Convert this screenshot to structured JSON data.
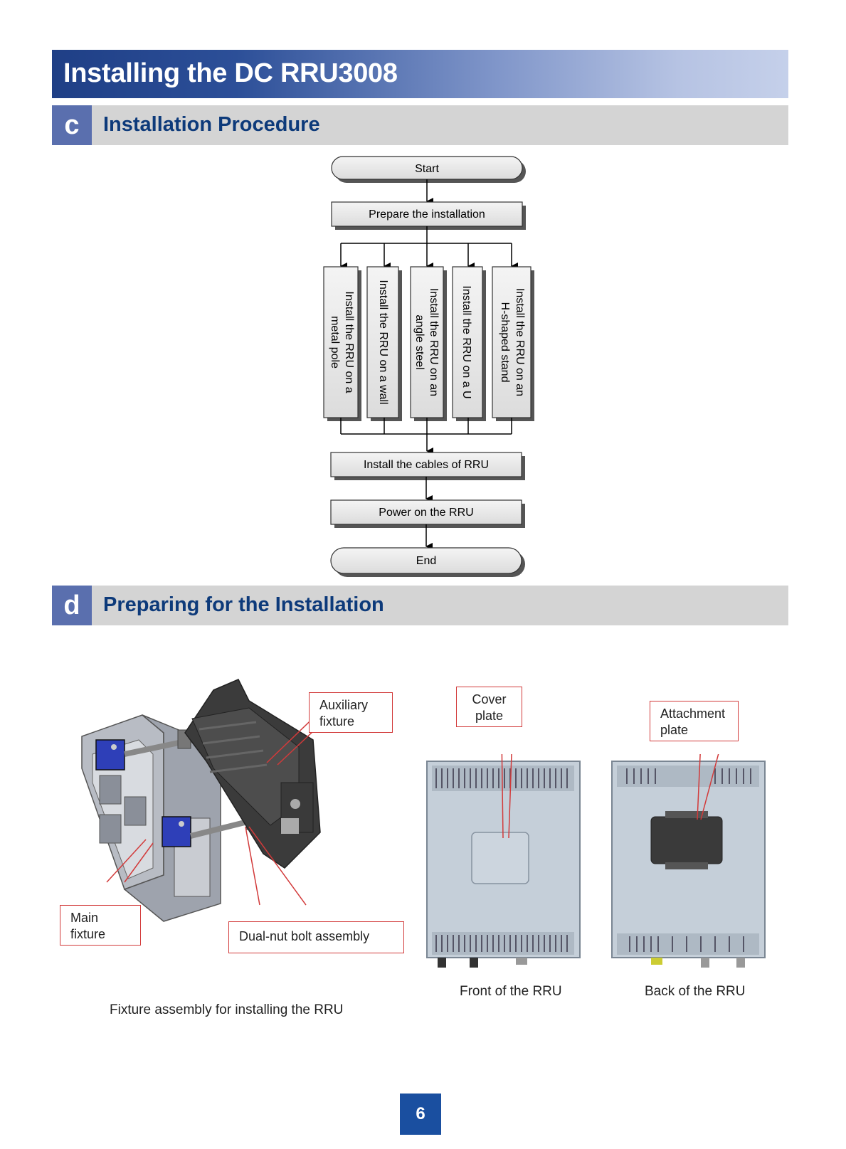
{
  "header": {
    "title": "Installing the DC RRU3008"
  },
  "section_c": {
    "letter": "c",
    "title": "Installation Procedure"
  },
  "flowchart": {
    "start": "Start",
    "prepare": "Prepare the installation",
    "options": [
      {
        "line1": "Install the RRU on a",
        "line2": "metal pole"
      },
      {
        "line1": "Install the RRU on a wall",
        "line2": ""
      },
      {
        "line1": "Install the RRU on an",
        "line2": "angle steel"
      },
      {
        "line1": "Install the RRU on a U",
        "line2": ""
      },
      {
        "line1": "Install the RRU on an",
        "line2": "H-shaped stand"
      }
    ],
    "cables": "Install the cables of RRU",
    "power": "Power on the RRU",
    "end": "End"
  },
  "section_d": {
    "letter": "d",
    "title": "Preparing for the Installation"
  },
  "fixture": {
    "callouts": {
      "auxiliary": [
        "Auxiliary",
        "fixture"
      ],
      "main": [
        "Main",
        "fixture"
      ],
      "bolt": "Dual-nut bolt assembly"
    },
    "caption": "Fixture assembly for installing the RRU"
  },
  "rru_front": {
    "callout": [
      "Cover",
      "plate"
    ],
    "caption": "Front of the RRU"
  },
  "rru_back": {
    "callout": [
      "Attachment",
      "plate"
    ],
    "caption": "Back of the RRU"
  },
  "footer": {
    "page_number": "6"
  },
  "colors": {
    "title_dark": "#1f3f86",
    "section_letter_bg": "#5a6fae",
    "section_title": "#0d3a7a",
    "callout_border": "#d23a3a",
    "page_badge": "#1a4fa0"
  }
}
